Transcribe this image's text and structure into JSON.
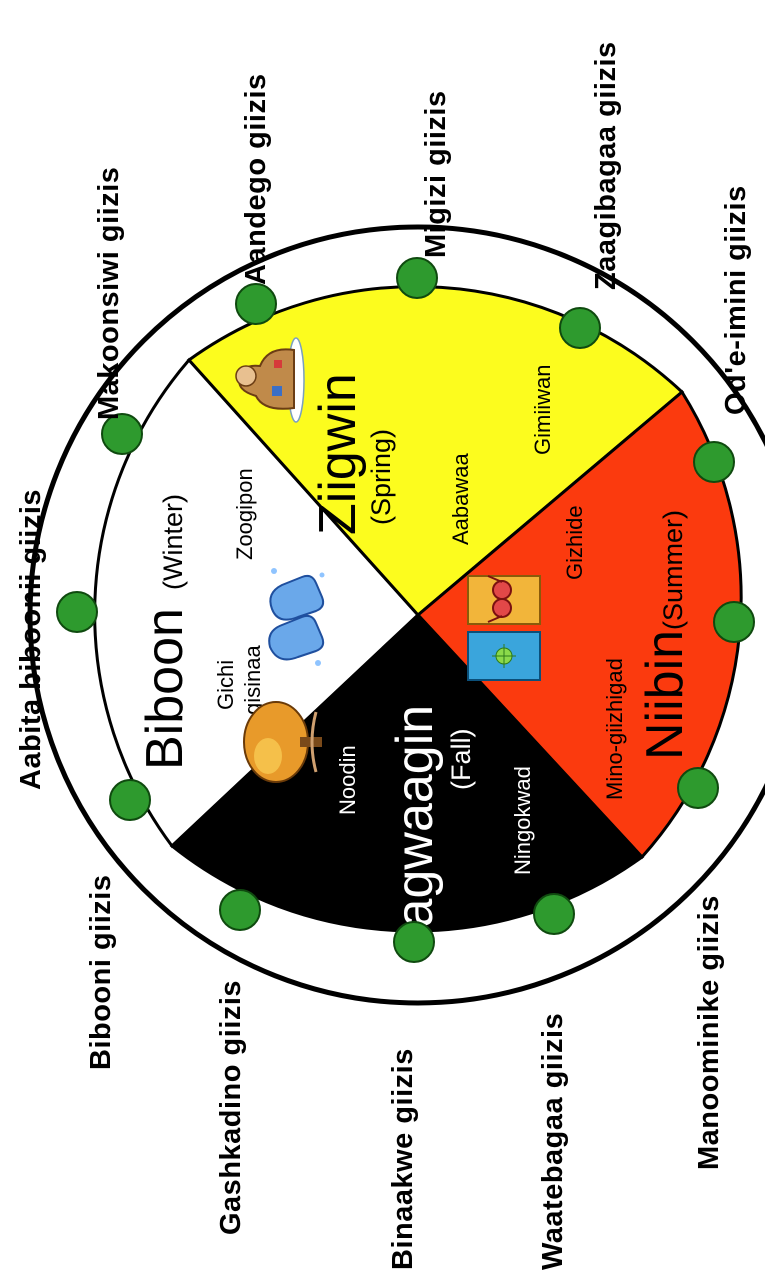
{
  "colors": {
    "biboon": "#ffffff",
    "ziigwin": "#fcfc1e",
    "niibin": "#fb3a0e",
    "dagwaagin": "#000000",
    "node": "#2e9a2e",
    "node_stroke": "#0f4a0f",
    "rim": "#000000"
  },
  "seasons": {
    "biboon": {
      "name": "Biboon",
      "english": "(Winter)",
      "words": [
        "Zoogipon",
        "Gichi",
        "gisinaa"
      ],
      "icon": "mittens-icon"
    },
    "ziigwin": {
      "name": "Ziigwin",
      "english": "(Spring)",
      "words": [
        "Aabawaa",
        "Gimiiwan"
      ],
      "icon": "melting-snowman-icon"
    },
    "niibin": {
      "name": "Niibin",
      "english": "(Summer)",
      "words": [
        "Gizhide",
        "Mino-giizhigad"
      ],
      "icon": "beach-towel-sunglasses-icon"
    },
    "dagwaagin": {
      "name": "Dagwaagin",
      "english": "(Fall)",
      "words": [
        "Noodin",
        "Ningokwad"
      ],
      "icon": "autumn-tree-icon"
    }
  },
  "moons": [
    "Aabita biboonii giizis",
    "Makoonsiwi giizis",
    "Aandego giizis",
    "Migizi giizis",
    "Zaagibagaa giizis",
    "Od'e-imini giizis",
    "Manoominike giizis",
    "Waatebagaa giizis",
    "Binaakwe giizis",
    "Gashkadino giizis",
    "Bibooni giizis"
  ]
}
